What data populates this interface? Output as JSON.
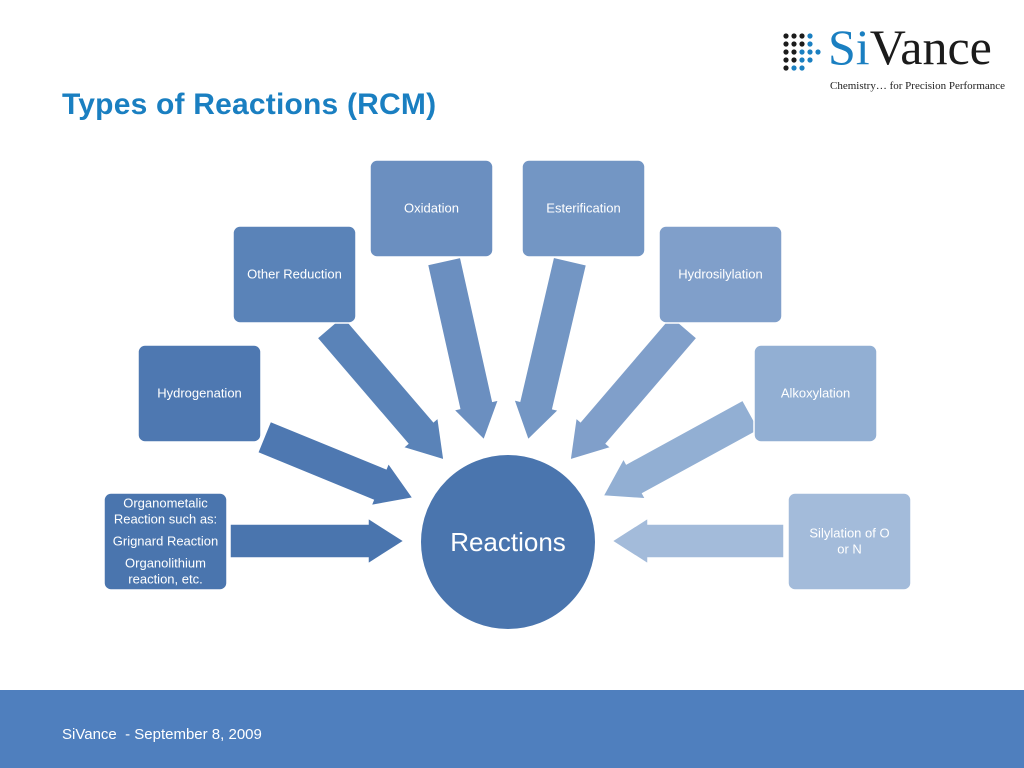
{
  "slide": {
    "title": "Types of Reactions (RCM)",
    "footer_text": "SiVance  - September 8, 2009"
  },
  "logo": {
    "word_prefix": "Si",
    "word_suffix": "Vance",
    "tagline": "Chemistry… for Precision Performance"
  },
  "diagram": {
    "center": {
      "id": "reactions",
      "label": "Reactions",
      "color": "#4a75ae"
    },
    "nodes": [
      {
        "id": "organometalic",
        "lines": [
          "Organometalic",
          "Reaction such as:",
          "",
          "Grignard Reaction",
          "",
          "Organolithium",
          "reaction, etc."
        ],
        "color": "#4a75ae"
      },
      {
        "id": "hydrogenation",
        "lines": [
          "Hydrogenation"
        ],
        "color": "#4e78b1"
      },
      {
        "id": "other-reduction",
        "lines": [
          "Other Reduction"
        ],
        "color": "#5a83b8"
      },
      {
        "id": "oxidation",
        "lines": [
          "Oxidation"
        ],
        "color": "#6b8fc0"
      },
      {
        "id": "esterification",
        "lines": [
          "Esterification"
        ],
        "color": "#7396c4"
      },
      {
        "id": "hydrosilylation",
        "lines": [
          "Hydrosilylation"
        ],
        "color": "#809fca"
      },
      {
        "id": "alkoxylation",
        "lines": [
          "Alkoxylation"
        ],
        "color": "#92afd3"
      },
      {
        "id": "silylation",
        "lines": [
          "Silylation of O",
          "or N"
        ],
        "color": "#a3bbda"
      }
    ]
  }
}
